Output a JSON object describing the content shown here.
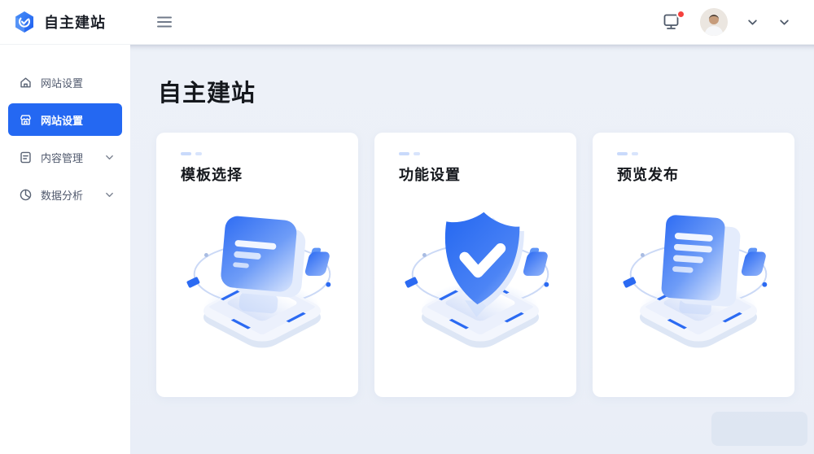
{
  "header": {
    "app_title": "自主建站",
    "notification": {
      "badge_visible": true
    }
  },
  "sidebar": {
    "items": [
      {
        "label": "网站设置",
        "icon": "home-icon",
        "active": false,
        "expandable": false
      },
      {
        "label": "网站设置",
        "icon": "site-icon",
        "active": true,
        "expandable": false
      },
      {
        "label": "内容管理",
        "icon": "content-icon",
        "active": false,
        "expandable": true
      },
      {
        "label": "数据分析",
        "icon": "analytics-icon",
        "active": false,
        "expandable": true
      }
    ]
  },
  "main": {
    "page_title": "自主建站",
    "cards": [
      {
        "title": "模板选择",
        "illustration": "template-select"
      },
      {
        "title": "功能设置",
        "illustration": "feature-settings"
      },
      {
        "title": "预览发布",
        "illustration": "preview-publish"
      }
    ]
  },
  "colors": {
    "primary": "#2468f2",
    "badge": "#f5413d",
    "main_bg": "#edf1f8",
    "illustration_blue": "#2f6df3"
  }
}
